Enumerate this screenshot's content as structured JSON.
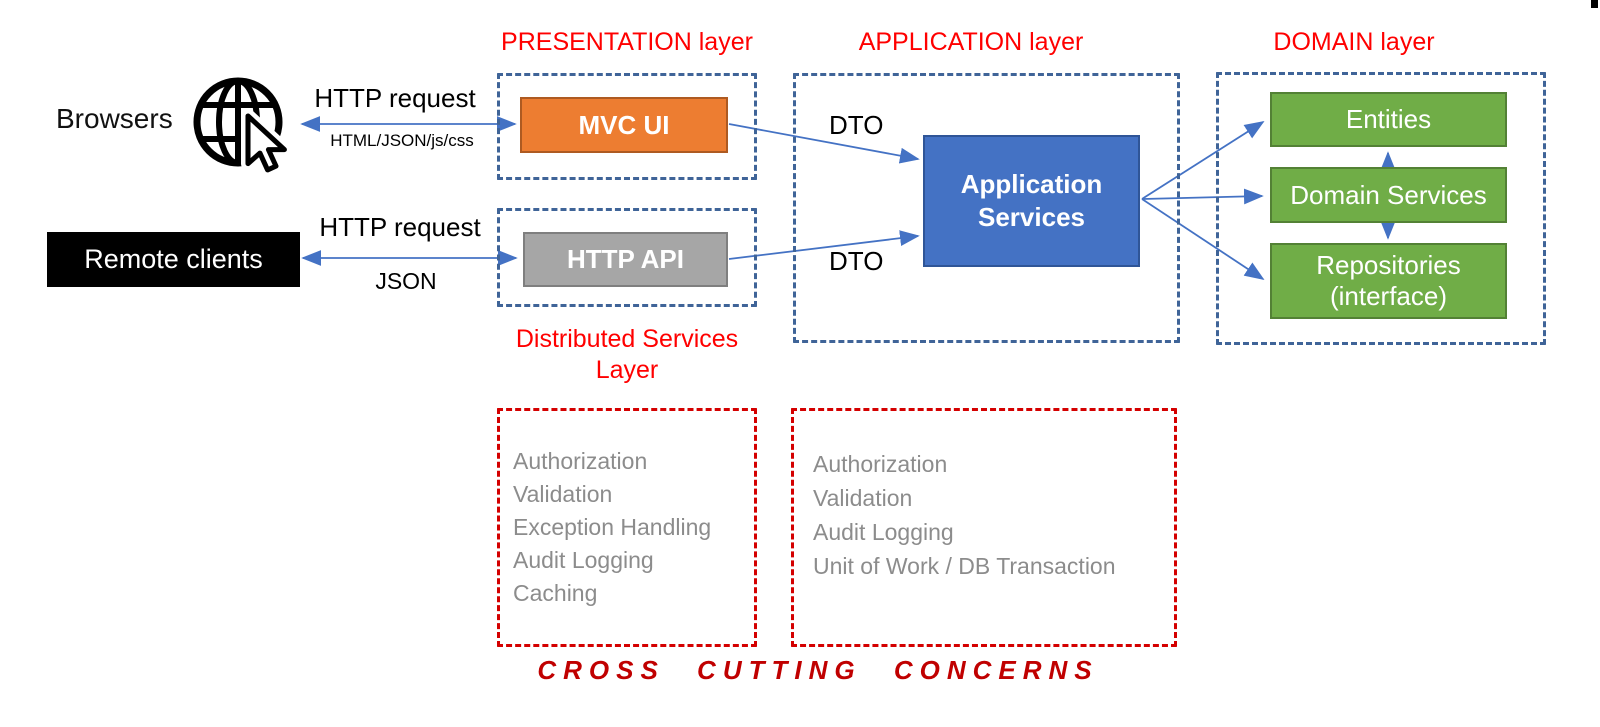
{
  "colors": {
    "layer_title_red": "#FF0000",
    "dashed_red": "#D40000",
    "caption_red": "#C00000",
    "dashed_blue": "#3F6498",
    "arrow_blue": "#4472C4",
    "orange_fill": "#ED7D31",
    "gray_fill": "#A6A6A6",
    "blue_fill": "#4472C4",
    "green_fill": "#70AD47",
    "muted_text": "#8C8C8C"
  },
  "clients": {
    "browsers_label": "Browsers",
    "remote_clients_label": "Remote clients",
    "browser_link": {
      "title": "HTTP request",
      "subtitle": "HTML/JSON/js/css"
    },
    "remote_link": {
      "title": "HTTP request",
      "subtitle": "JSON"
    }
  },
  "presentation_layer": {
    "title": "PRESENTATION layer",
    "mvc_ui_label": "MVC UI",
    "http_api_label": "HTTP API",
    "distributed_services_label": "Distributed Services Layer"
  },
  "application_layer": {
    "title": "APPLICATION layer",
    "app_services_label": "Application Services",
    "dto_top": "DTO",
    "dto_bottom": "DTO"
  },
  "domain_layer": {
    "title": "DOMAIN layer",
    "entities_label": "Entities",
    "domain_services_label": "Domain Services",
    "repositories_label": "Repositories (interface)"
  },
  "cross_cutting": {
    "left_items": [
      "Authorization",
      "Validation",
      "Exception Handling",
      "Audit Logging",
      "Caching"
    ],
    "right_items": [
      "Authorization",
      "Validation",
      "Audit Logging",
      "Unit of Work / DB Transaction"
    ],
    "caption": "CROSS CUTTING CONCERNS"
  }
}
